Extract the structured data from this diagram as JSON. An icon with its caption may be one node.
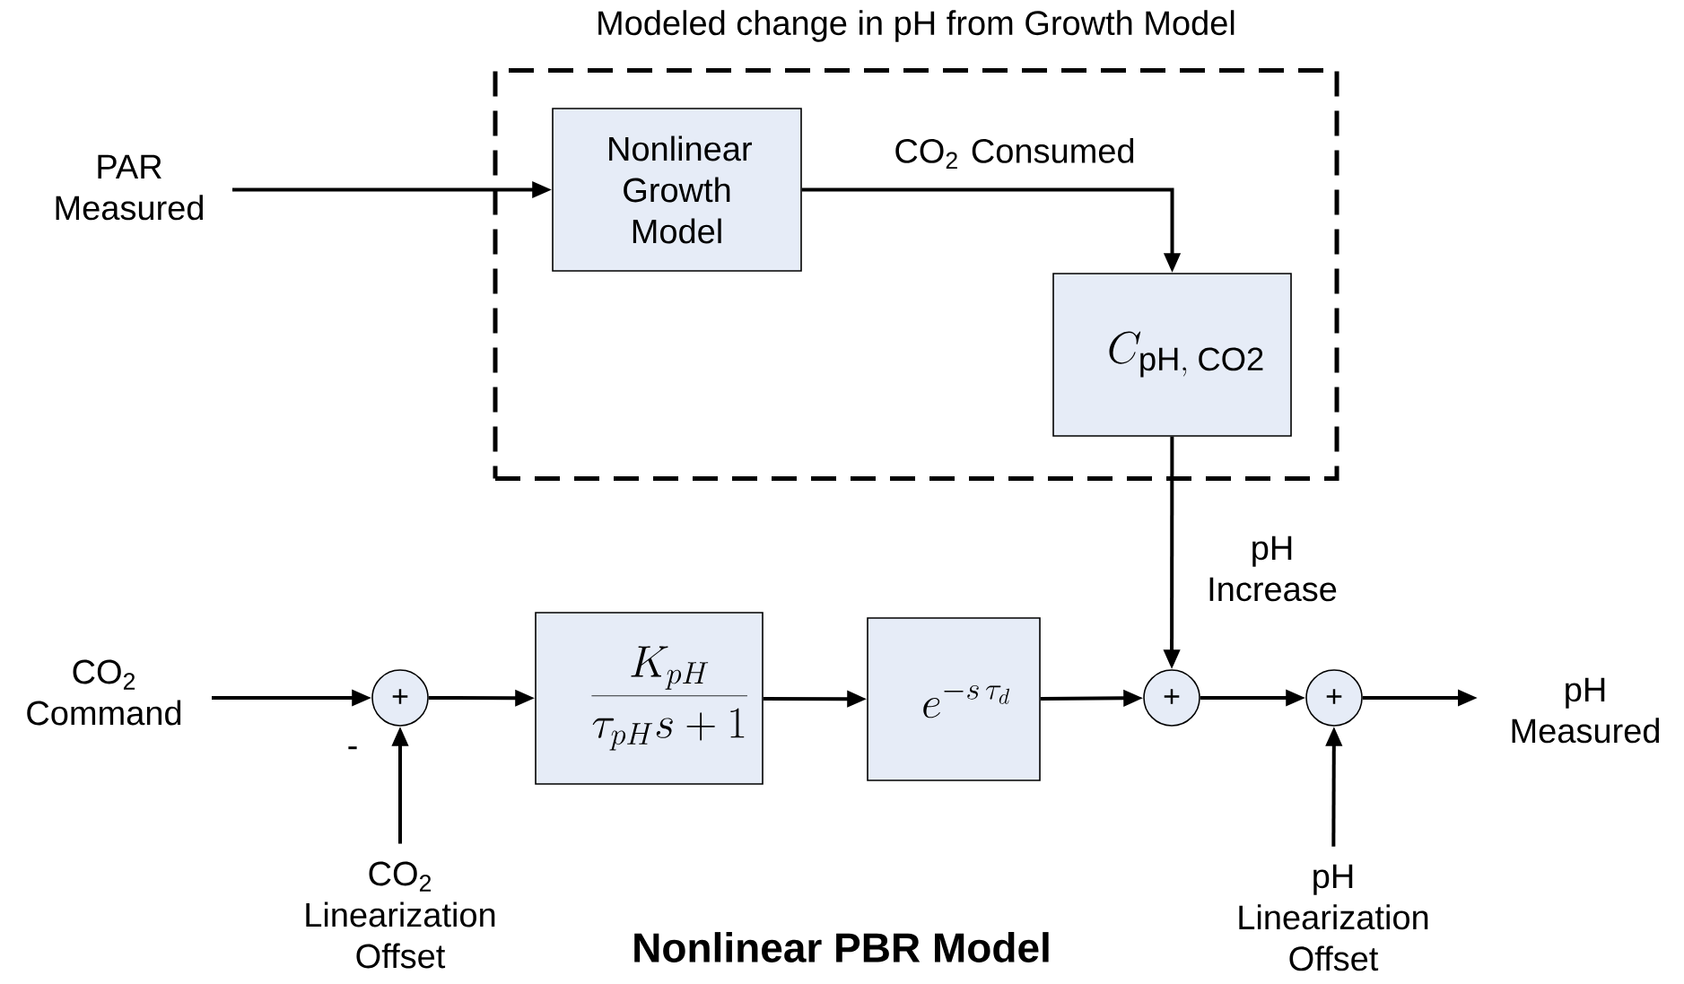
{
  "diagram": {
    "caption": "Nonlinear PBR Model",
    "nodes": [
      {
        "text": [
          "Modeled change in pH from Growth Model"
        ]
      },
      {
        "text": [
          "Nonlinear Growth Model"
        ],
        "in": 0
      },
      {
        "text": [
          "C_{\\mathrm{pH,\\;CO2}}"
        ],
        "in": 0
      },
      {
        "text": [
          "PAR Measured"
        ]
      },
      {
        "text": [
          "CO$_{2}$ Command"
        ]
      },
      {
        "text": [
          "+"
        ],
        "beside": [
          "-"
        ]
      },
      {
        "text": [
          "\\frac{K_{pH}}{\\tau_{pH}s+1}"
        ]
      },
      {
        "text": [
          "e^{-s\\,\\tau_{d}}"
        ]
      },
      {
        "text": [
          "+"
        ]
      },
      {
        "text": [
          "+"
        ]
      },
      {
        "text": [
          "pH Measured"
        ]
      },
      {
        "text": [
          "CO$_{2}$ Linearization Offset"
        ]
      },
      {
        "text": [
          "pH Linearization Offset"
        ]
      }
    ],
    "edges": [
      {
        "from": 3,
        "to": 1,
        "arrow": "to"
      },
      {
        "from": 1,
        "to": 2,
        "arrow": "to",
        "label": "CO$_{2}$ Consumed"
      },
      {
        "from": 2,
        "to": 8,
        "arrow": "to",
        "label": "pH Increase"
      },
      {
        "from": 4,
        "to": 5,
        "arrow": "to"
      },
      {
        "from": 11,
        "to": 5,
        "arrow": "to"
      },
      {
        "from": 5,
        "to": 6,
        "arrow": "to"
      },
      {
        "from": 6,
        "to": 7,
        "arrow": "to"
      },
      {
        "from": 7,
        "to": 8,
        "arrow": "to"
      },
      {
        "from": 8,
        "to": 9,
        "arrow": "to"
      },
      {
        "from": 12,
        "to": 9,
        "arrow": "to"
      },
      {
        "from": 9,
        "to": 10,
        "arrow": "to"
      }
    ]
  }
}
